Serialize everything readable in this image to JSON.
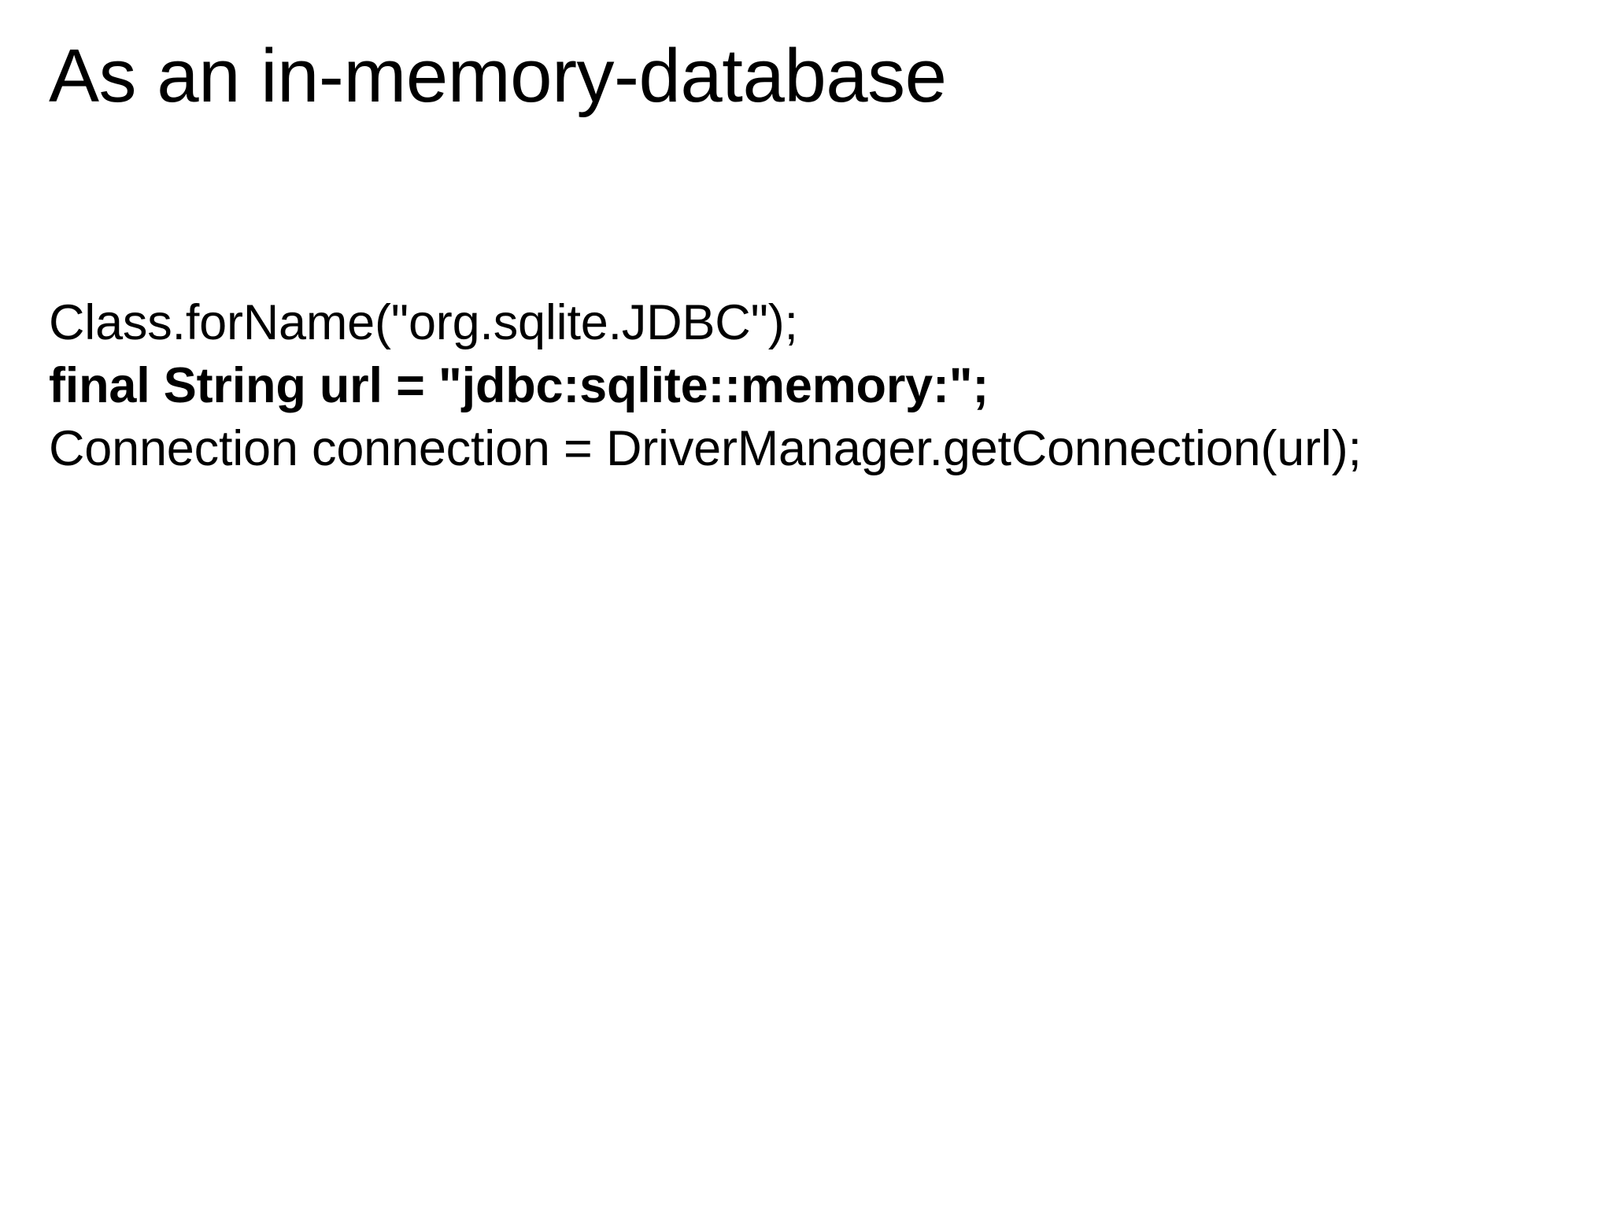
{
  "slide": {
    "background_color": "#ffffff",
    "text_color": "#000000",
    "title": "As an in-memory-database",
    "code_lines": [
      {
        "text": "Class.forName(\"org.sqlite.JDBC\");",
        "bold": false
      },
      {
        "text": "final String url = \"jdbc:sqlite::memory:\";",
        "bold": true
      },
      {
        "text": "Connection connection = DriverManager.getConnection(url);",
        "bold": false
      }
    ]
  }
}
